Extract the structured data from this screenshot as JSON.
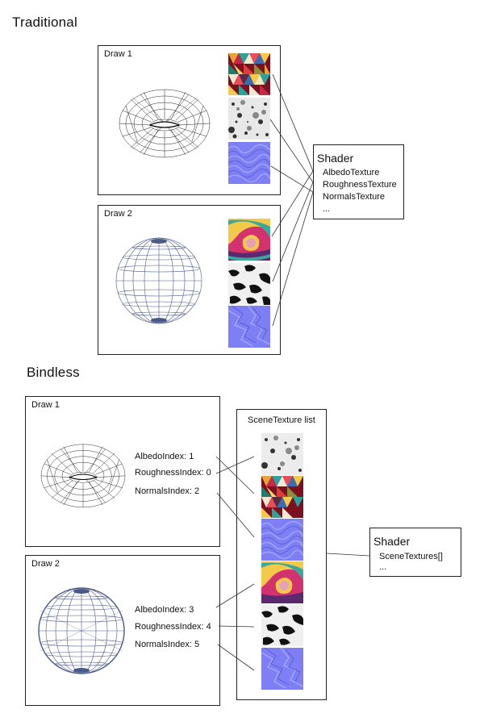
{
  "traditional": {
    "title": "Traditional",
    "draw1": {
      "label": "Draw 1",
      "mesh": "torus-wireframe"
    },
    "draw2": {
      "label": "Draw 2",
      "mesh": "sphere-wireframe"
    },
    "shader": {
      "title": "Shader",
      "items": [
        "AlbedoTexture",
        "RoughnessTexture",
        "NormalsTexture",
        "..."
      ]
    }
  },
  "bindless": {
    "title": "Bindless",
    "draw1": {
      "label": "Draw 1",
      "mesh": "torus-wireframe",
      "indices": [
        "AlbedoIndex: 1",
        "RoughnessIndex: 0",
        "NormalsIndex: 2"
      ]
    },
    "draw2": {
      "label": "Draw 2",
      "mesh": "sphere-wireframe",
      "indices": [
        "AlbedoIndex: 3",
        "RoughnessIndex: 4",
        "NormalsIndex: 5"
      ]
    },
    "texture_list": {
      "title": "SceneTexture list",
      "textures": [
        "roughness-1",
        "albedo-triangles",
        "normals-1",
        "albedo-swirl",
        "roughness-2",
        "normals-2"
      ]
    },
    "shader": {
      "title": "Shader",
      "items": [
        "SceneTextures[]",
        "..."
      ]
    }
  },
  "colors": {
    "border": "#222222",
    "line": "#333333",
    "normal_map": "#7f7ff5",
    "sphere_wire": "#4a5a88"
  }
}
